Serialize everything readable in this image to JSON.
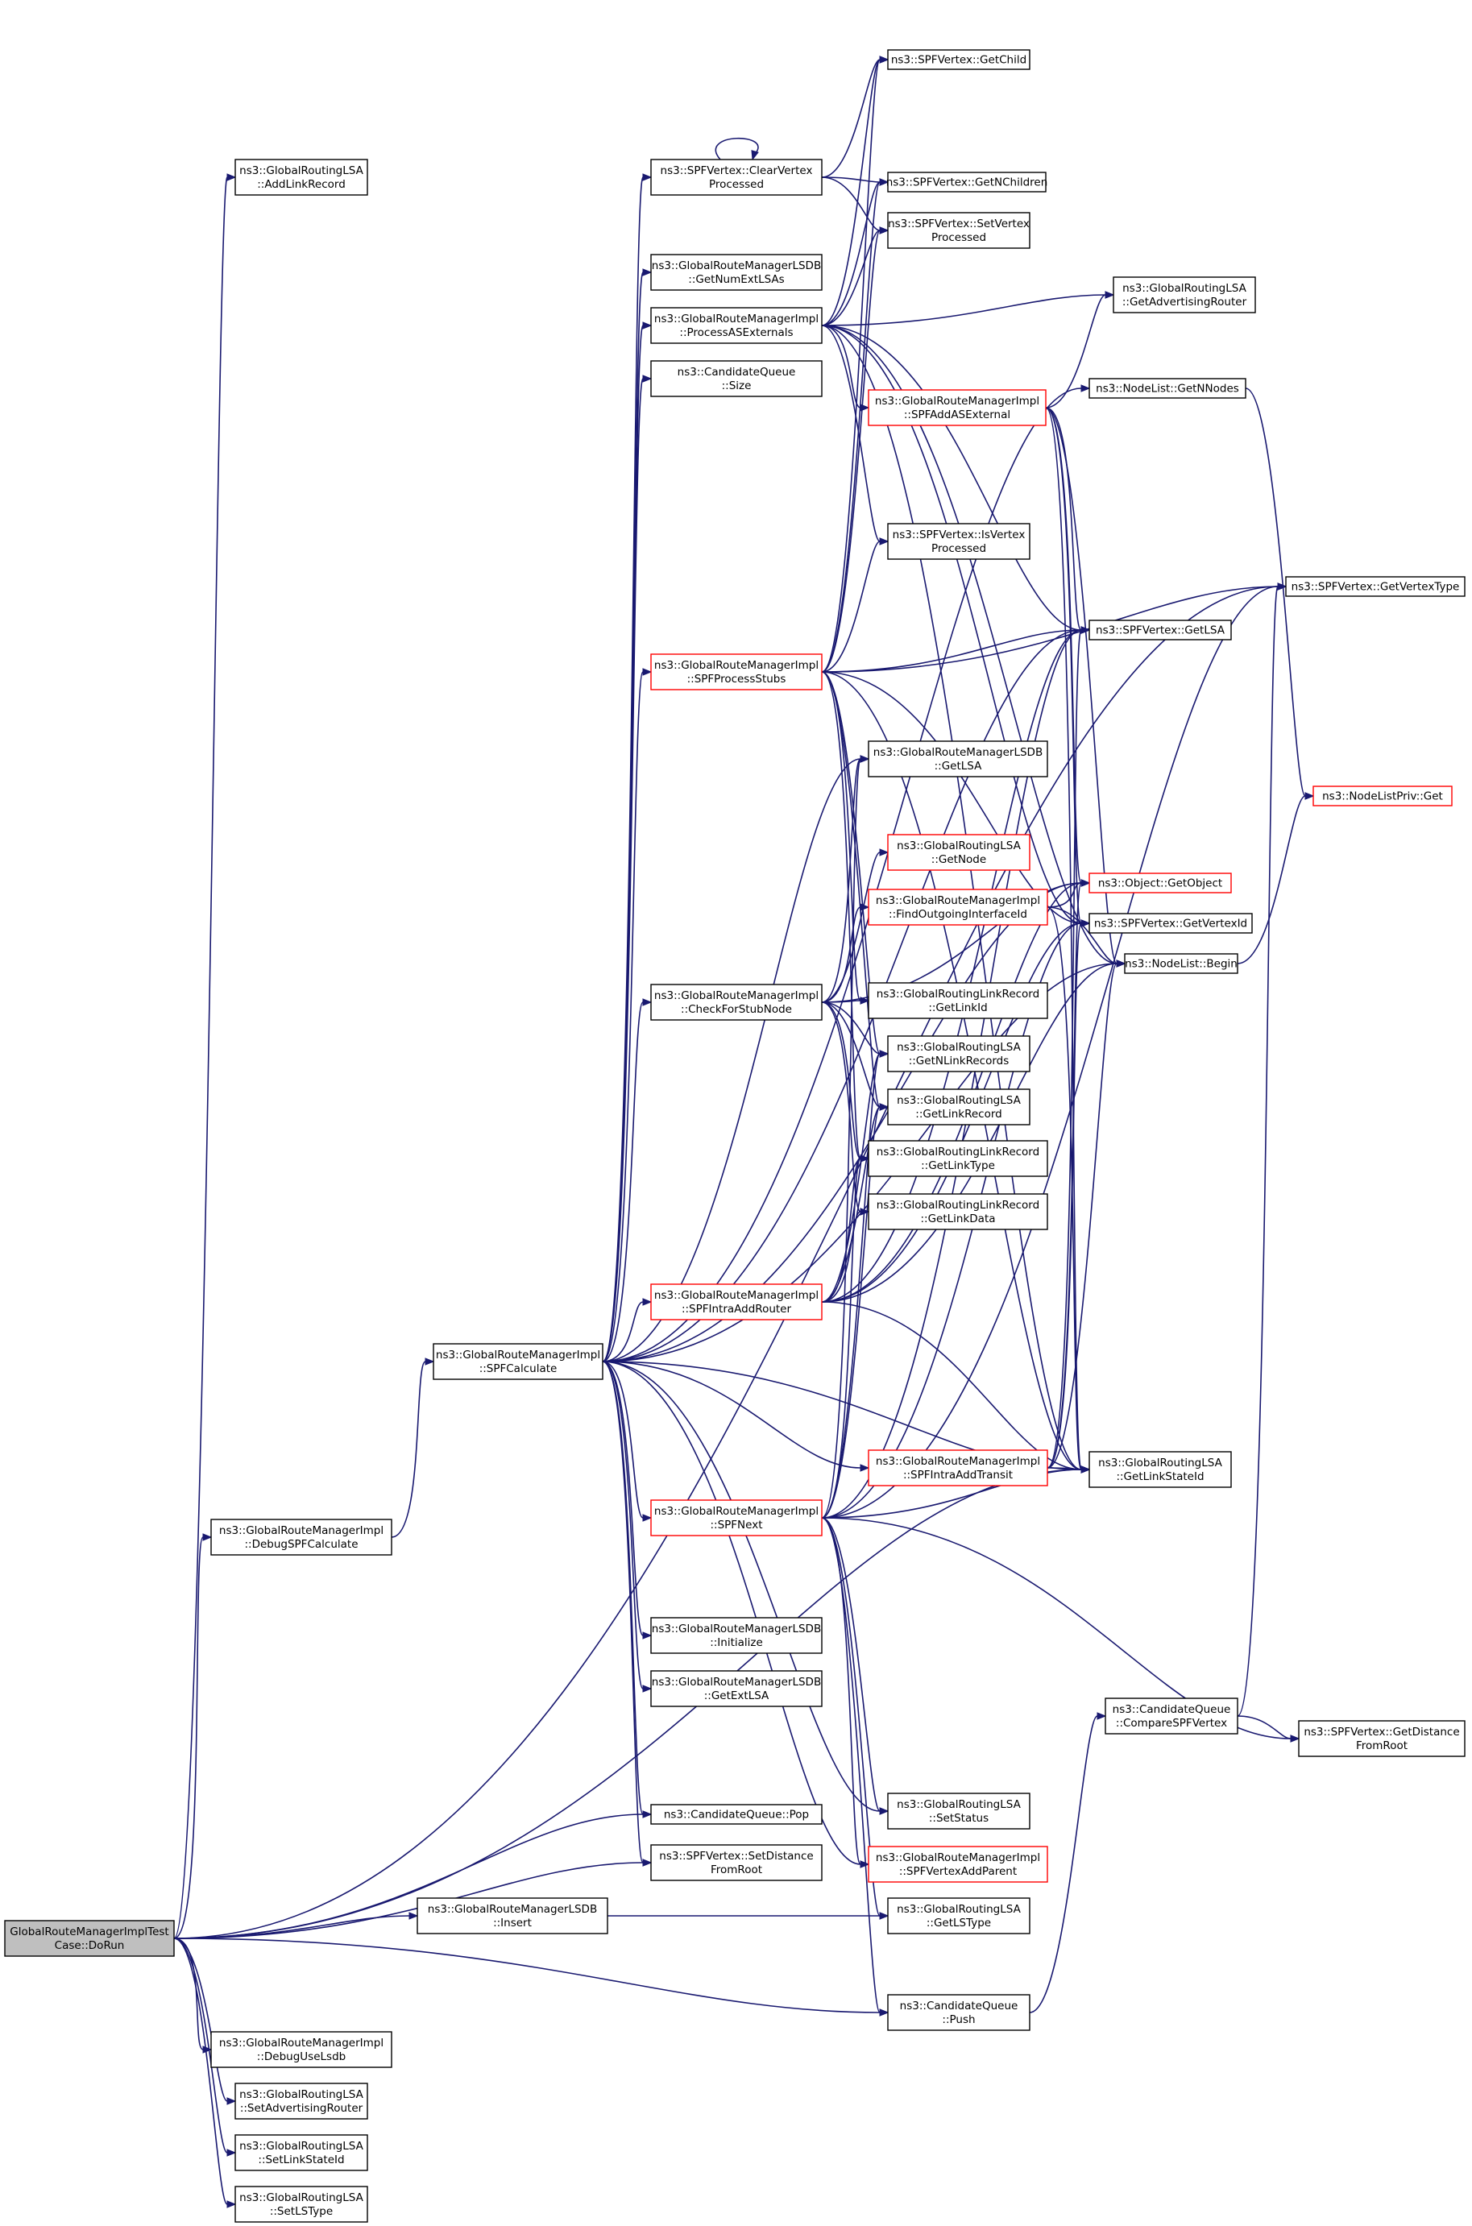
{
  "colors": {
    "edge": "#191970",
    "border": "#000000",
    "border_incomplete": "#ff0000",
    "root_fill": "#bfbfbf",
    "background": "#ffffff"
  },
  "nodes": [
    {
      "id": "root",
      "lines": [
        "GlobalRouteManagerImplTest",
        "Case::DoRun"
      ],
      "style": "root"
    },
    {
      "id": "lsaAddLinkRecord",
      "lines": [
        "ns3::GlobalRoutingLSA",
        "::AddLinkRecord"
      ],
      "style": "normal"
    },
    {
      "id": "debugSPF",
      "lines": [
        "ns3::GlobalRouteManagerImpl",
        "::DebugSPFCalculate"
      ],
      "style": "normal"
    },
    {
      "id": "spfCalculate",
      "lines": [
        "ns3::GlobalRouteManagerImpl",
        "::SPFCalculate"
      ],
      "style": "normal"
    },
    {
      "id": "lsdbInsert",
      "lines": [
        "ns3::GlobalRouteManagerLSDB",
        "::Insert"
      ],
      "style": "normal"
    },
    {
      "id": "debugUseLsdb",
      "lines": [
        "ns3::GlobalRouteManagerImpl",
        "::DebugUseLsdb"
      ],
      "style": "normal"
    },
    {
      "id": "setAdvRouter",
      "lines": [
        "ns3::GlobalRoutingLSA",
        "::SetAdvertisingRouter"
      ],
      "style": "normal"
    },
    {
      "id": "setLinkStateId",
      "lines": [
        "ns3::GlobalRoutingLSA",
        "::SetLinkStateId"
      ],
      "style": "normal"
    },
    {
      "id": "setLSType",
      "lines": [
        "ns3::GlobalRoutingLSA",
        "::SetLSType"
      ],
      "style": "normal"
    },
    {
      "id": "clearVertex",
      "lines": [
        "ns3::SPFVertex::ClearVertex",
        "Processed"
      ],
      "style": "normal"
    },
    {
      "id": "getNumExt",
      "lines": [
        "ns3::GlobalRouteManagerLSDB",
        "::GetNumExtLSAs"
      ],
      "style": "normal"
    },
    {
      "id": "processASExt",
      "lines": [
        "ns3::GlobalRouteManagerImpl",
        "::ProcessASExternals"
      ],
      "style": "normal"
    },
    {
      "id": "cqSize",
      "lines": [
        "ns3::CandidateQueue",
        "::Size"
      ],
      "style": "normal"
    },
    {
      "id": "spfProcessStubs",
      "lines": [
        "ns3::GlobalRouteManagerImpl",
        "::SPFProcessStubs"
      ],
      "style": "red"
    },
    {
      "id": "checkStub",
      "lines": [
        "ns3::GlobalRouteManagerImpl",
        "::CheckForStubNode"
      ],
      "style": "normal"
    },
    {
      "id": "spfIntraRouter",
      "lines": [
        "ns3::GlobalRouteManagerImpl",
        "::SPFIntraAddRouter"
      ],
      "style": "red"
    },
    {
      "id": "spfNext",
      "lines": [
        "ns3::GlobalRouteManagerImpl",
        "::SPFNext"
      ],
      "style": "red"
    },
    {
      "id": "lsdbInit",
      "lines": [
        "ns3::GlobalRouteManagerLSDB",
        "::Initialize"
      ],
      "style": "normal"
    },
    {
      "id": "lsdbGetExt",
      "lines": [
        "ns3::GlobalRouteManagerLSDB",
        "::GetExtLSA"
      ],
      "style": "normal"
    },
    {
      "id": "cqPop",
      "lines": [
        "ns3::CandidateQueue::Pop"
      ],
      "style": "normal"
    },
    {
      "id": "setDist",
      "lines": [
        "ns3::SPFVertex::SetDistance",
        "FromRoot"
      ],
      "style": "normal"
    },
    {
      "id": "getChild",
      "lines": [
        "ns3::SPFVertex::GetChild"
      ],
      "style": "normal"
    },
    {
      "id": "getNChildren",
      "lines": [
        "ns3::SPFVertex::GetNChildren"
      ],
      "style": "normal"
    },
    {
      "id": "setVertexProc",
      "lines": [
        "ns3::SPFVertex::SetVertex",
        "Processed"
      ],
      "style": "normal"
    },
    {
      "id": "spfAddASExt",
      "lines": [
        "ns3::GlobalRouteManagerImpl",
        "::SPFAddASExternal"
      ],
      "style": "red"
    },
    {
      "id": "isVertexProc",
      "lines": [
        "ns3::SPFVertex::IsVertex",
        "Processed"
      ],
      "style": "normal"
    },
    {
      "id": "lsdbGetLSA",
      "lines": [
        "ns3::GlobalRouteManagerLSDB",
        "::GetLSA"
      ],
      "style": "normal"
    },
    {
      "id": "lsaGetNode",
      "lines": [
        "ns3::GlobalRoutingLSA",
        "::GetNode"
      ],
      "style": "red"
    },
    {
      "id": "findOutIf",
      "lines": [
        "ns3::GlobalRouteManagerImpl",
        "::FindOutgoingInterfaceId"
      ],
      "style": "red"
    },
    {
      "id": "lrGetLinkId",
      "lines": [
        "ns3::GlobalRoutingLinkRecord",
        "::GetLinkId"
      ],
      "style": "normal"
    },
    {
      "id": "lsaGetNLink",
      "lines": [
        "ns3::GlobalRoutingLSA",
        "::GetNLinkRecords"
      ],
      "style": "normal"
    },
    {
      "id": "lsaGetLinkRec",
      "lines": [
        "ns3::GlobalRoutingLSA",
        "::GetLinkRecord"
      ],
      "style": "normal"
    },
    {
      "id": "lrGetLinkType",
      "lines": [
        "ns3::GlobalRoutingLinkRecord",
        "::GetLinkType"
      ],
      "style": "normal"
    },
    {
      "id": "lrGetLinkData",
      "lines": [
        "ns3::GlobalRoutingLinkRecord",
        "::GetLinkData"
      ],
      "style": "normal"
    },
    {
      "id": "spfIntraTransit",
      "lines": [
        "ns3::GlobalRouteManagerImpl",
        "::SPFIntraAddTransit"
      ],
      "style": "red"
    },
    {
      "id": "lsaSetStatus",
      "lines": [
        "ns3::GlobalRoutingLSA",
        "::SetStatus"
      ],
      "style": "normal"
    },
    {
      "id": "spfVertexAddParent",
      "lines": [
        "ns3::GlobalRouteManagerImpl",
        "::SPFVertexAddParent"
      ],
      "style": "red"
    },
    {
      "id": "lsaGetLSType",
      "lines": [
        "ns3::GlobalRoutingLSA",
        "::GetLSType"
      ],
      "style": "normal"
    },
    {
      "id": "cqPush",
      "lines": [
        "ns3::CandidateQueue",
        "::Push"
      ],
      "style": "normal"
    },
    {
      "id": "lsaGetAdvRouter",
      "lines": [
        "ns3::GlobalRoutingLSA",
        "::GetAdvertisingRouter"
      ],
      "style": "normal"
    },
    {
      "id": "nlGetNNodes",
      "lines": [
        "ns3::NodeList::GetNNodes"
      ],
      "style": "normal"
    },
    {
      "id": "vertexGetLSA",
      "lines": [
        "ns3::SPFVertex::GetLSA"
      ],
      "style": "normal"
    },
    {
      "id": "objGetObject",
      "lines": [
        "ns3::Object::GetObject"
      ],
      "style": "red"
    },
    {
      "id": "vertexGetId",
      "lines": [
        "ns3::SPFVertex::GetVertexId"
      ],
      "style": "normal"
    },
    {
      "id": "nlBegin",
      "lines": [
        "ns3::NodeList::Begin"
      ],
      "style": "normal"
    },
    {
      "id": "lsaGetLinkStateId",
      "lines": [
        "ns3::GlobalRoutingLSA",
        "::GetLinkStateId"
      ],
      "style": "normal"
    },
    {
      "id": "cqCompare",
      "lines": [
        "ns3::CandidateQueue",
        "::CompareSPFVertex"
      ],
      "style": "normal"
    },
    {
      "id": "vertexGetType",
      "lines": [
        "ns3::SPFVertex::GetVertexType"
      ],
      "style": "normal"
    },
    {
      "id": "nlPrivGet",
      "lines": [
        "ns3::NodeListPriv::Get"
      ],
      "style": "red"
    },
    {
      "id": "vertexGetDist",
      "lines": [
        "ns3::SPFVertex::GetDistance",
        "FromRoot"
      ],
      "style": "normal"
    }
  ],
  "edges": [
    [
      "root",
      "lsaAddLinkRecord"
    ],
    [
      "root",
      "debugSPF"
    ],
    [
      "root",
      "cqPop"
    ],
    [
      "root",
      "setDist"
    ],
    [
      "root",
      "lsdbInsert"
    ],
    [
      "root",
      "lsaGetLinkStateId"
    ],
    [
      "root",
      "cqPush"
    ],
    [
      "root",
      "debugUseLsdb"
    ],
    [
      "root",
      "setAdvRouter"
    ],
    [
      "root",
      "setLinkStateId"
    ],
    [
      "root",
      "setLSType"
    ],
    [
      "root",
      "vertexGetType"
    ],
    [
      "debugSPF",
      "spfCalculate"
    ],
    [
      "spfCalculate",
      "clearVertex"
    ],
    [
      "spfCalculate",
      "getNumExt"
    ],
    [
      "spfCalculate",
      "processASExt"
    ],
    [
      "spfCalculate",
      "cqSize"
    ],
    [
      "spfCalculate",
      "spfProcessStubs"
    ],
    [
      "spfCalculate",
      "checkStub"
    ],
    [
      "spfCalculate",
      "spfIntraRouter"
    ],
    [
      "spfCalculate",
      "spfNext"
    ],
    [
      "spfCalculate",
      "lsdbInit"
    ],
    [
      "spfCalculate",
      "lsdbGetExt"
    ],
    [
      "spfCalculate",
      "cqPop"
    ],
    [
      "spfCalculate",
      "setDist"
    ],
    [
      "spfCalculate",
      "lsdbGetLSA"
    ],
    [
      "spfCalculate",
      "objGetObject"
    ],
    [
      "spfCalculate",
      "nlGetNNodes"
    ],
    [
      "spfCalculate",
      "nlBegin"
    ],
    [
      "spfCalculate",
      "spfIntraTransit"
    ],
    [
      "spfCalculate",
      "lsaGetLinkStateId"
    ],
    [
      "spfCalculate",
      "lsaSetStatus"
    ],
    [
      "spfCalculate",
      "spfVertexAddParent"
    ],
    [
      "spfCalculate",
      "vertexGetLSA"
    ],
    [
      "lsdbInsert",
      "lsaGetLSType"
    ],
    [
      "clearVertex",
      "clearVertex"
    ],
    [
      "clearVertex",
      "getChild"
    ],
    [
      "clearVertex",
      "getNChildren"
    ],
    [
      "clearVertex",
      "setVertexProc"
    ],
    [
      "processASExt",
      "getChild"
    ],
    [
      "processASExt",
      "getNChildren"
    ],
    [
      "processASExt",
      "setVertexProc"
    ],
    [
      "processASExt",
      "spfAddASExt"
    ],
    [
      "processASExt",
      "isVertexProc"
    ],
    [
      "processASExt",
      "vertexGetLSA"
    ],
    [
      "processASExt",
      "lsaGetAdvRouter"
    ],
    [
      "processASExt",
      "vertexGetId"
    ],
    [
      "processASExt",
      "nlBegin"
    ],
    [
      "processASExt",
      "lsaGetLinkStateId"
    ],
    [
      "spfProcessStubs",
      "getChild"
    ],
    [
      "spfProcessStubs",
      "getNChildren"
    ],
    [
      "spfProcessStubs",
      "setVertexProc"
    ],
    [
      "spfProcessStubs",
      "isVertexProc"
    ],
    [
      "spfProcessStubs",
      "vertexGetLSA"
    ],
    [
      "spfProcessStubs",
      "vertexGetType"
    ],
    [
      "spfProcessStubs",
      "lsaGetNLink"
    ],
    [
      "spfProcessStubs",
      "lsaGetLinkRec"
    ],
    [
      "spfProcessStubs",
      "lrGetLinkType"
    ],
    [
      "spfProcessStubs",
      "lrGetLinkId"
    ],
    [
      "spfProcessStubs",
      "lsaGetLinkStateId"
    ],
    [
      "spfProcessStubs",
      "vertexGetId"
    ],
    [
      "checkStub",
      "lsdbGetLSA"
    ],
    [
      "checkStub",
      "lsaGetNode"
    ],
    [
      "checkStub",
      "findOutIf"
    ],
    [
      "checkStub",
      "lrGetLinkId"
    ],
    [
      "checkStub",
      "lsaGetNLink"
    ],
    [
      "checkStub",
      "lsaGetLinkRec"
    ],
    [
      "checkStub",
      "lrGetLinkType"
    ],
    [
      "checkStub",
      "lrGetLinkData"
    ],
    [
      "checkStub",
      "objGetObject"
    ],
    [
      "spfIntraRouter",
      "lsaGetNLink"
    ],
    [
      "spfIntraRouter",
      "lsaGetLinkRec"
    ],
    [
      "spfIntraRouter",
      "lrGetLinkType"
    ],
    [
      "spfIntraRouter",
      "lrGetLinkData"
    ],
    [
      "spfIntraRouter",
      "objGetObject"
    ],
    [
      "spfIntraRouter",
      "vertexGetLSA"
    ],
    [
      "spfIntraRouter",
      "lsaGetLinkStateId"
    ],
    [
      "spfIntraRouter",
      "nlBegin"
    ],
    [
      "spfIntraRouter",
      "vertexGetId"
    ],
    [
      "spfIntraTransit",
      "vertexGetLSA"
    ],
    [
      "spfIntraTransit",
      "objGetObject"
    ],
    [
      "spfIntraTransit",
      "lsaGetLinkStateId"
    ],
    [
      "spfIntraTransit",
      "nlBegin"
    ],
    [
      "spfIntraTransit",
      "vertexGetId"
    ],
    [
      "spfNext",
      "lsdbGetLSA"
    ],
    [
      "spfNext",
      "lsaGetNLink"
    ],
    [
      "spfNext",
      "lsaGetLinkRec"
    ],
    [
      "spfNext",
      "lrGetLinkType"
    ],
    [
      "spfNext",
      "vertexGetLSA"
    ],
    [
      "spfNext",
      "vertexGetType"
    ],
    [
      "spfNext",
      "lsaSetStatus"
    ],
    [
      "spfNext",
      "spfVertexAddParent"
    ],
    [
      "spfNext",
      "cqPush"
    ],
    [
      "spfNext",
      "vertexGetDist"
    ],
    [
      "spfNext",
      "lsaGetLinkStateId"
    ],
    [
      "spfNext",
      "vertexGetId"
    ],
    [
      "spfNext",
      "lsaGetLSType"
    ],
    [
      "spfAddASExt",
      "lsaGetAdvRouter"
    ],
    [
      "spfAddASExt",
      "vertexGetLSA"
    ],
    [
      "spfAddASExt",
      "objGetObject"
    ],
    [
      "spfAddASExt",
      "nlBegin"
    ],
    [
      "spfAddASExt",
      "vertexGetId"
    ],
    [
      "spfAddASExt",
      "lsaGetLinkStateId"
    ],
    [
      "findOutIf",
      "objGetObject"
    ],
    [
      "findOutIf",
      "nlBegin"
    ],
    [
      "findOutIf",
      "lsaGetLinkStateId"
    ],
    [
      "nlGetNNodes",
      "nlPrivGet"
    ],
    [
      "nlBegin",
      "nlPrivGet"
    ],
    [
      "cqPush",
      "cqCompare"
    ],
    [
      "cqCompare",
      "vertexGetType"
    ],
    [
      "cqCompare",
      "vertexGetDist"
    ]
  ]
}
